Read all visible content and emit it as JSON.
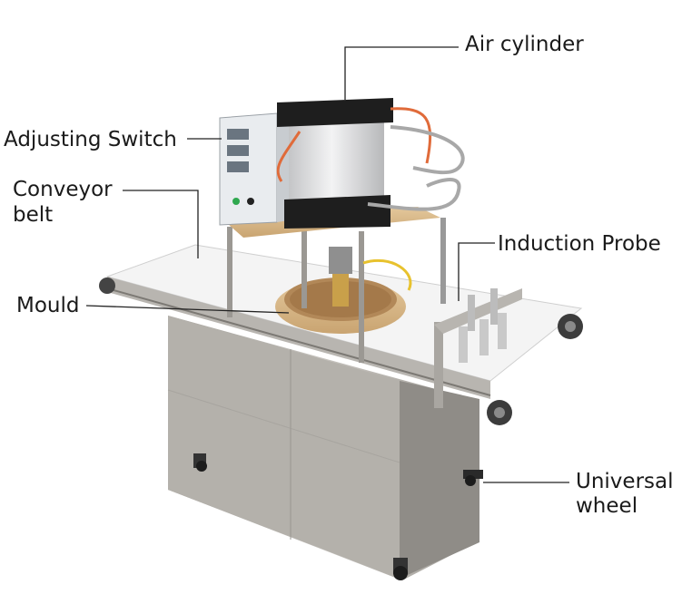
{
  "labels": {
    "air_cylinder": "Air cylinder",
    "adjusting_switch": "Adjusting Switch",
    "conveyor_belt_line1": "Conveyor",
    "conveyor_belt_line2": "belt",
    "induction_probe": "Induction Probe",
    "mould": "Mould",
    "universal_wheel_line1": "Universal",
    "universal_wheel_line2": "wheel"
  },
  "colors": {
    "steel": "#b9b6b1",
    "belt": "#f2f2f2",
    "wood": "#d8b98a",
    "cylinder": "#d9dadc",
    "cylinder_cap": "#1e1e1e",
    "hose_red": "#e06b3a",
    "hose_yellow": "#e8c22e",
    "brass": "#c9a04a"
  }
}
